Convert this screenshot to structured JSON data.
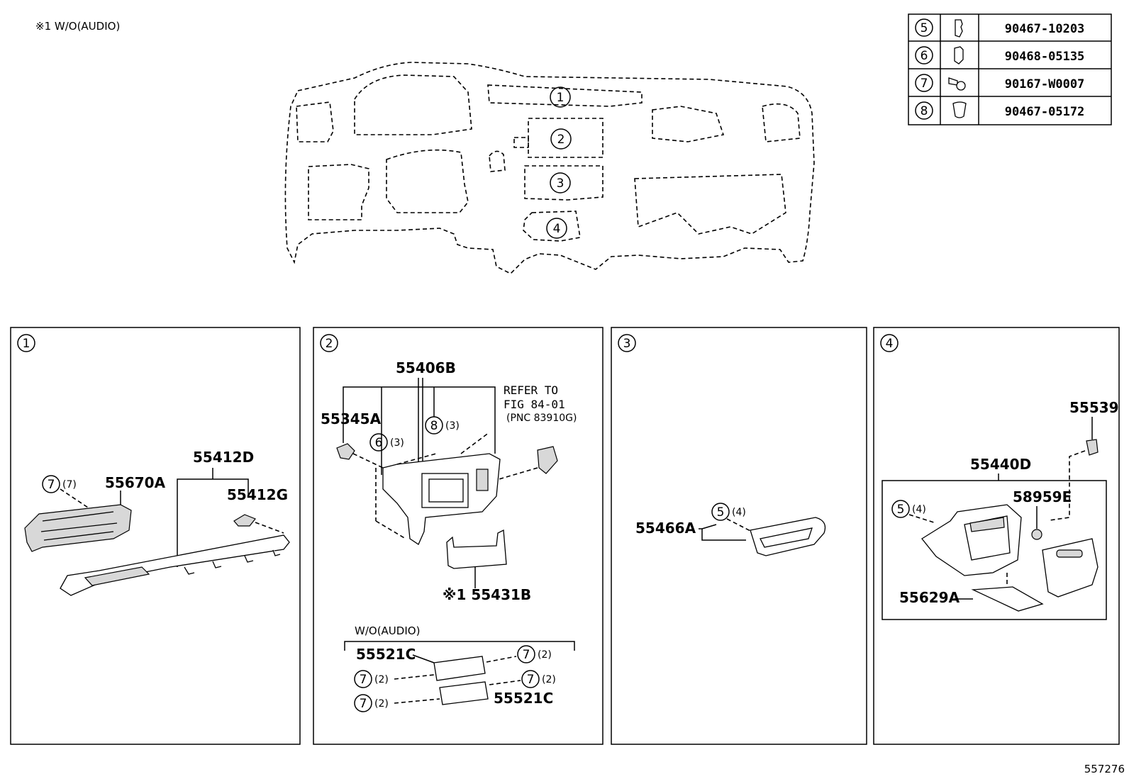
{
  "header_note": "※1 W/O(AUDIO)",
  "footer_code": "557276",
  "fastener_table": [
    {
      "ref": "5",
      "part": "90467-10203"
    },
    {
      "ref": "6",
      "part": "90468-05135"
    },
    {
      "ref": "7",
      "part": "90167-W0007"
    },
    {
      "ref": "8",
      "part": "90467-05172"
    }
  ],
  "overview_callouts": [
    "1",
    "2",
    "3",
    "4"
  ],
  "panel1": {
    "ref": "1",
    "callout7": "7",
    "qty7": "(7)",
    "labels": [
      "55670A",
      "55412D",
      "55412G"
    ]
  },
  "panel2": {
    "ref": "2",
    "top_label": "55406B",
    "left_label": "55345A",
    "callout6": "6",
    "qty6": "(3)",
    "callout8": "8",
    "qty8": "(3)",
    "refer1": "REFER TO",
    "refer2": "FIG 84-01",
    "refer3": "(PNC 83910G)",
    "bottom_label": "※1 55431B",
    "wo_audio": "W/O(AUDIO)",
    "lower_label_a": "55521C",
    "lower_label_b": "55521C",
    "callout7": "7",
    "qty2": "(2)"
  },
  "panel3": {
    "ref": "3",
    "label": "55466A",
    "callout5": "5",
    "qty5": "(4)"
  },
  "panel4": {
    "ref": "4",
    "label_top": "55539",
    "label_box": "55440D",
    "label_clip": "58959E",
    "label_mat": "55629A",
    "callout5": "5",
    "qty5": "(4)"
  }
}
